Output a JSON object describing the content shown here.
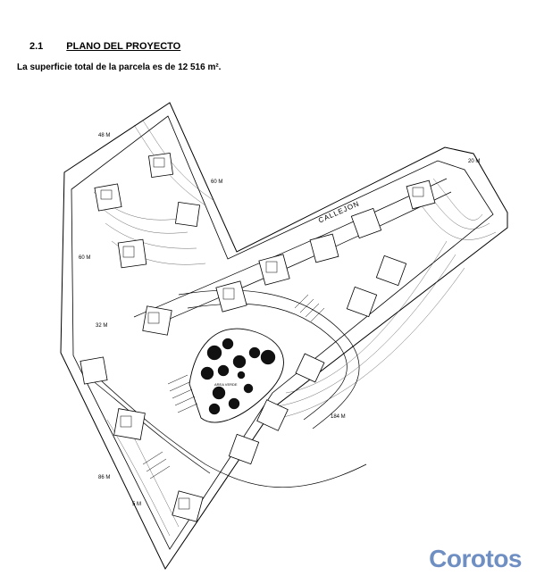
{
  "section": {
    "number": "2.1",
    "title": "PLANO DEL PROYECTO",
    "description": "La superficie total de la parcela es de 12 516 m²."
  },
  "plan": {
    "dimensions": {
      "top": "48 M",
      "upper_right": "60 M",
      "upper_left": "60 M",
      "far_right": "20 M",
      "middle_left": "32 M",
      "bottom_right": "184 M",
      "lower_left": "86 M",
      "bottom_left": "5 M"
    },
    "street_label": "CALLEJON",
    "area_label": "AREA VERDE"
  },
  "watermark": {
    "text": "Corotos",
    "color": "#6f8fc3"
  }
}
